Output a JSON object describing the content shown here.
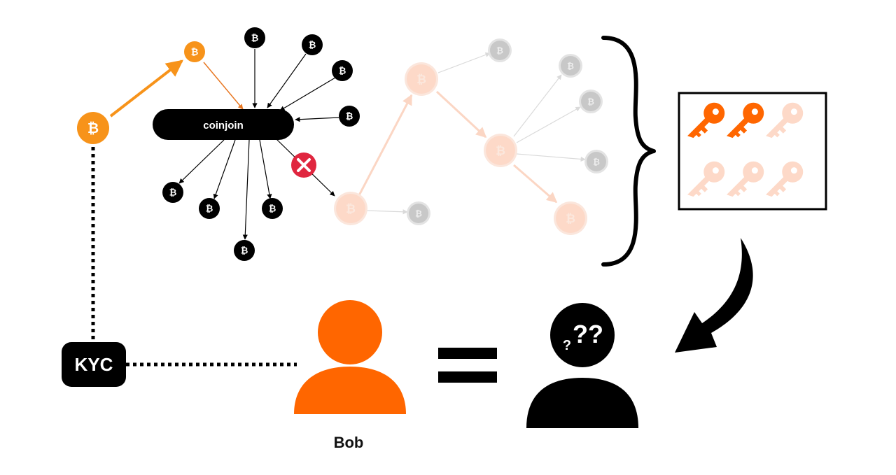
{
  "labels": {
    "coinjoin": "coinjoin",
    "kyc": "KYC",
    "bob": "Bob",
    "unknown": "??"
  },
  "glyphs": {
    "bitcoin": "₿",
    "question": "?"
  },
  "colors": {
    "bitcoin_orange": "#f7931a",
    "bob_orange": "#ff6600",
    "faded_orange": "#fdd9c8",
    "faded_gray": "#c8c8c8",
    "black": "#000000",
    "cross_red": "#e0263f"
  },
  "keys": {
    "total": 6,
    "highlighted": 2
  },
  "icons": {
    "coin": "bitcoin-coin-icon",
    "key": "key-icon",
    "user": "user-silhouette-icon",
    "cross": "cross-icon",
    "brace": "curly-brace",
    "arrow": "curved-arrow-icon"
  }
}
